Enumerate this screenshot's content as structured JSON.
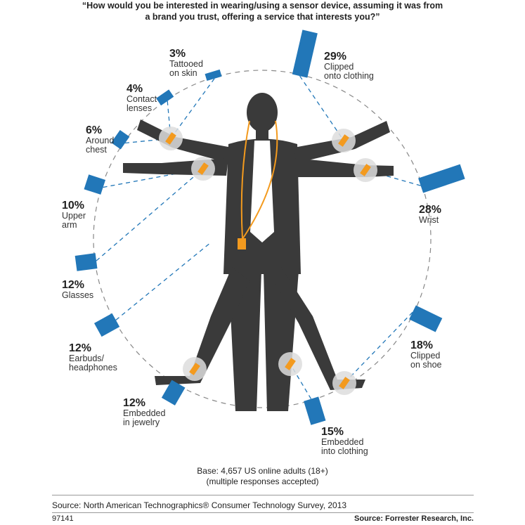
{
  "title_line1": "“How would you be interested in wearing/using a sensor device, assuming it was from",
  "title_line2": "a brand you trust, offering a service that interests you?”",
  "colors": {
    "bar": "#2277b8",
    "figure": "#3a3a3a",
    "accent": "#f39a1e",
    "dash": "#2277b8"
  },
  "chart_data": {
    "type": "bar",
    "layout": "radial",
    "title": "How would you be interested in wearing/using a sensor device, assuming it was from a brand you trust, offering a service that interests you?",
    "unit": "%",
    "items": [
      {
        "pct": "29%",
        "value": 29,
        "line1": "Clipped",
        "line2": "onto clothing"
      },
      {
        "pct": "28%",
        "value": 28,
        "line1": "Wrist",
        "line2": ""
      },
      {
        "pct": "18%",
        "value": 18,
        "line1": "Clipped",
        "line2": "on shoe"
      },
      {
        "pct": "15%",
        "value": 15,
        "line1": "Embedded",
        "line2": "into clothing"
      },
      {
        "pct": "12%",
        "value": 12,
        "line1": "Embedded",
        "line2": "in jewelry"
      },
      {
        "pct": "12%",
        "value": 12,
        "line1": "Earbuds/",
        "line2": "headphones"
      },
      {
        "pct": "12%",
        "value": 12,
        "line1": "Glasses",
        "line2": ""
      },
      {
        "pct": "10%",
        "value": 10,
        "line1": "Upper",
        "line2": "arm"
      },
      {
        "pct": "6%",
        "value": 6,
        "line1": "Around",
        "line2": "chest"
      },
      {
        "pct": "4%",
        "value": 4,
        "line1": "Contact",
        "line2": "lenses"
      },
      {
        "pct": "3%",
        "value": 3,
        "line1": "Tattooed",
        "line2": "on skin"
      }
    ]
  },
  "base_line1": "Base: 4,657 US online adults (18+)",
  "base_line2": "(multiple responses accepted)",
  "source": "Source: North American Technographics® Consumer Technology Survey, 2013",
  "doc_id": "97141",
  "source_right": "Source: Forrester Research, Inc."
}
